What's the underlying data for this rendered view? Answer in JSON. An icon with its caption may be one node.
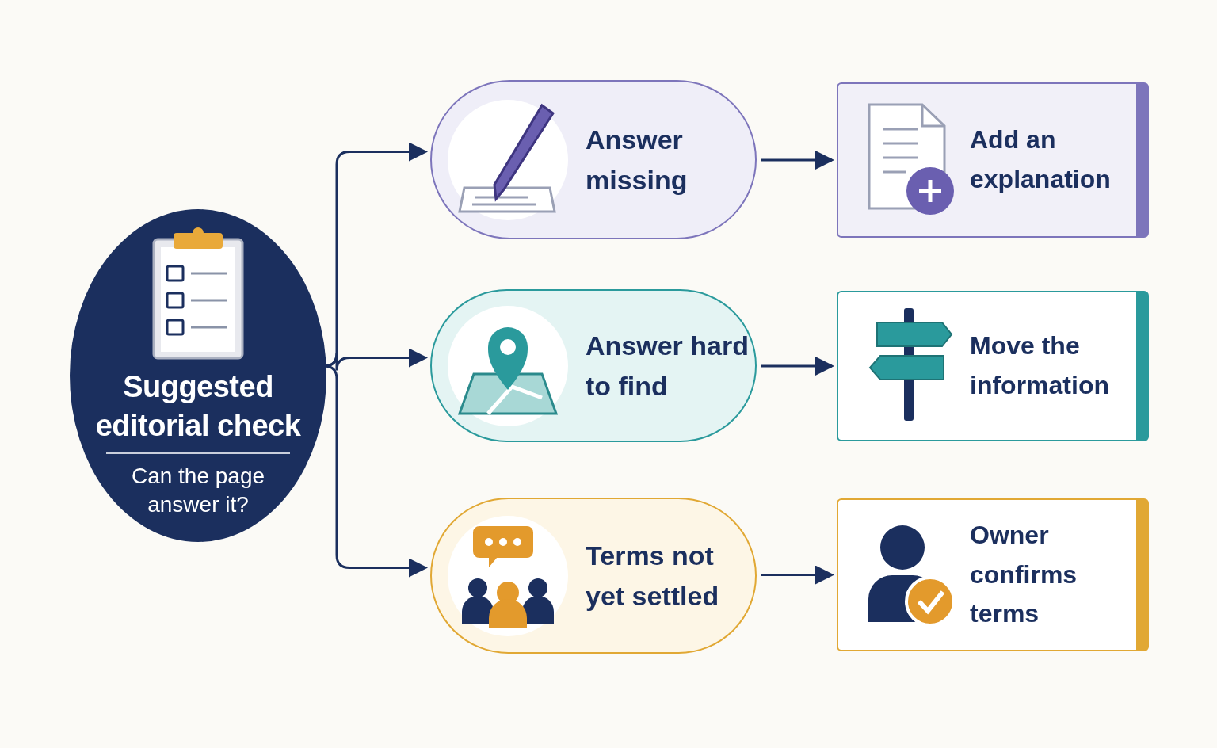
{
  "diagram": {
    "nodes": [
      {
        "text": [
          "Suggested editorial check",
          "Can the page answer it?"
        ]
      },
      {
        "text": [
          "Answer missing"
        ]
      },
      {
        "text": [
          "Add an explanation"
        ]
      },
      {
        "text": [
          "Answer hard to find"
        ]
      },
      {
        "text": [
          "Move the information"
        ]
      },
      {
        "text": [
          "Terms not yet settled"
        ]
      },
      {
        "text": [
          "Owner confirms terms"
        ]
      }
    ],
    "edges": [
      {
        "from": 0,
        "to": 1,
        "arrow": "to"
      },
      {
        "from": 0,
        "to": 3,
        "arrow": "to"
      },
      {
        "from": 0,
        "to": 5,
        "arrow": "to"
      },
      {
        "from": 1,
        "to": 2,
        "arrow": "to"
      },
      {
        "from": 3,
        "to": 4,
        "arrow": "to"
      },
      {
        "from": 5,
        "to": 6,
        "arrow": "to"
      }
    ]
  }
}
